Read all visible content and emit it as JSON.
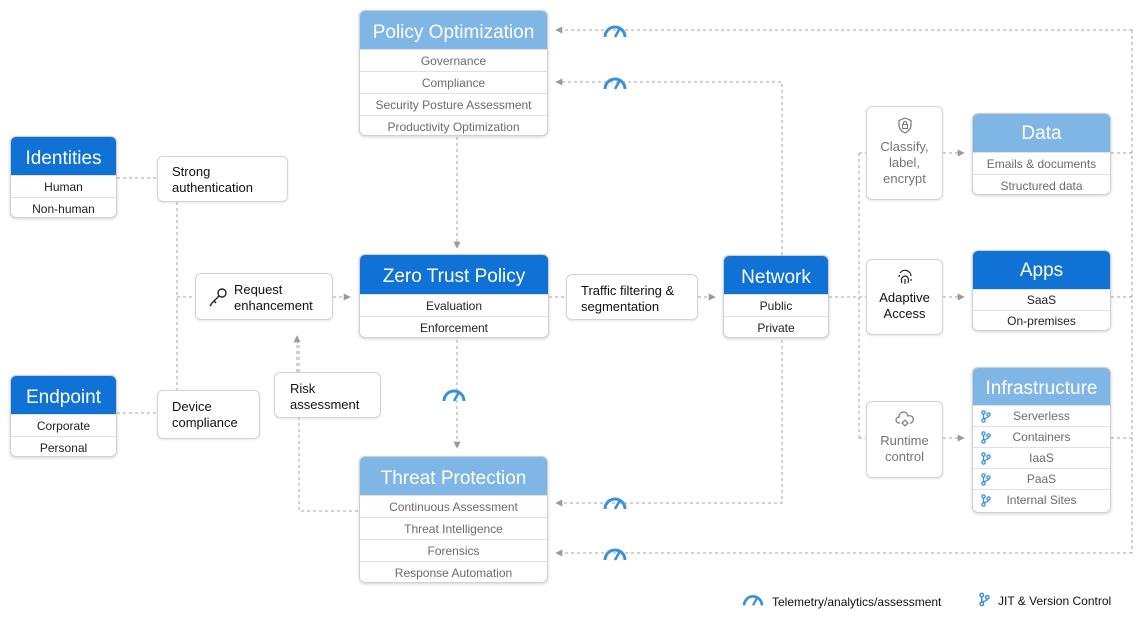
{
  "policy_optimization": {
    "title": "Policy Optimization",
    "items": [
      "Governance",
      "Compliance",
      "Security Posture Assessment",
      "Productivity Optimization"
    ]
  },
  "identities": {
    "title": "Identities",
    "items": [
      "Human",
      "Non-human"
    ]
  },
  "endpoint": {
    "title": "Endpoint",
    "items": [
      "Corporate",
      "Personal"
    ]
  },
  "strong_auth": {
    "line1": "Strong",
    "line2": "authentication"
  },
  "device_compliance": {
    "line1": "Device",
    "line2": "compliance"
  },
  "request_enhancement": {
    "line1": "Request",
    "line2": "enhancement"
  },
  "risk_assessment": {
    "line1": "Risk",
    "line2": "assessment"
  },
  "zero_trust": {
    "title": "Zero Trust Policy",
    "items": [
      "Evaluation",
      "Enforcement"
    ]
  },
  "traffic": {
    "line1": "Traffic filtering &",
    "line2": "segmentation"
  },
  "network": {
    "title": "Network",
    "items": [
      "Public",
      "Private"
    ]
  },
  "threat_protection": {
    "title": "Threat Protection",
    "items": [
      "Continuous Assessment",
      "Threat Intelligence",
      "Forensics",
      "Response Automation"
    ]
  },
  "classify": {
    "line1": "Classify,",
    "line2": "label,",
    "line3": "encrypt"
  },
  "adaptive": {
    "line1": "Adaptive",
    "line2": "Access"
  },
  "runtime": {
    "line1": "Runtime",
    "line2": "control"
  },
  "data": {
    "title": "Data",
    "items": [
      "Emails & documents",
      "Structured data"
    ]
  },
  "apps": {
    "title": "Apps",
    "items": [
      "SaaS",
      "On-premises"
    ]
  },
  "infrastructure": {
    "title": "Infrastructure",
    "items": [
      "Serverless",
      "Containers",
      "IaaS",
      "PaaS",
      "Internal Sites"
    ]
  },
  "legend": {
    "telemetry": "Telemetry/analytics/assessment",
    "jit": "JIT & Version Control"
  },
  "colors": {
    "dark_blue": "#0f72d4",
    "light_blue": "#80b6e6",
    "connector": "#9a9a9a",
    "icon_blue": "#3a8fdc"
  },
  "icons": [
    "gauge-icon",
    "branch-icon",
    "fingerprint-icon",
    "shield-lock-icon",
    "cloud-gear-icon",
    "hand-key-icon"
  ]
}
